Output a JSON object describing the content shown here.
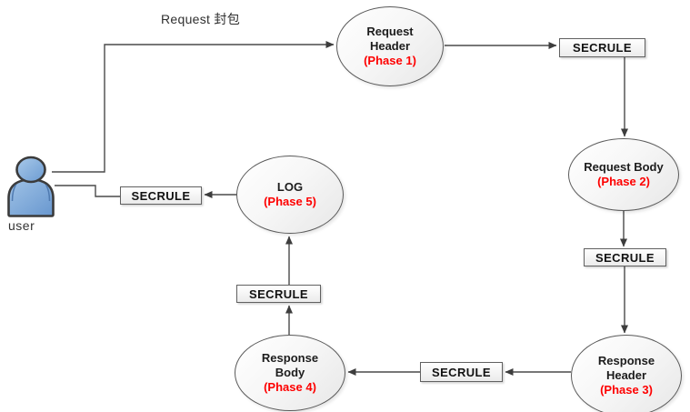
{
  "diagram": {
    "packet_label": "Request 封包",
    "user_label": "user",
    "secrule_label": "SECRULE",
    "nodes": {
      "request_header": {
        "line1": "Request",
        "line2": "Header",
        "phase": "(Phase 1)"
      },
      "request_body": {
        "line1": "Request Body",
        "line2": "",
        "phase": "(Phase 2)"
      },
      "response_header": {
        "line1": "Response",
        "line2": "Header",
        "phase": "(Phase 3)"
      },
      "response_body": {
        "line1": "Response",
        "line2": "Body",
        "phase": "(Phase 4)"
      },
      "log": {
        "line1": "LOG",
        "line2": "",
        "phase": "(Phase 5)"
      }
    },
    "colors": {
      "phase_text": "#fe0000",
      "node_text": "#1c1c1c",
      "connector": "#4a4a4a",
      "user_icon_fill": "#7aa9dc"
    }
  }
}
